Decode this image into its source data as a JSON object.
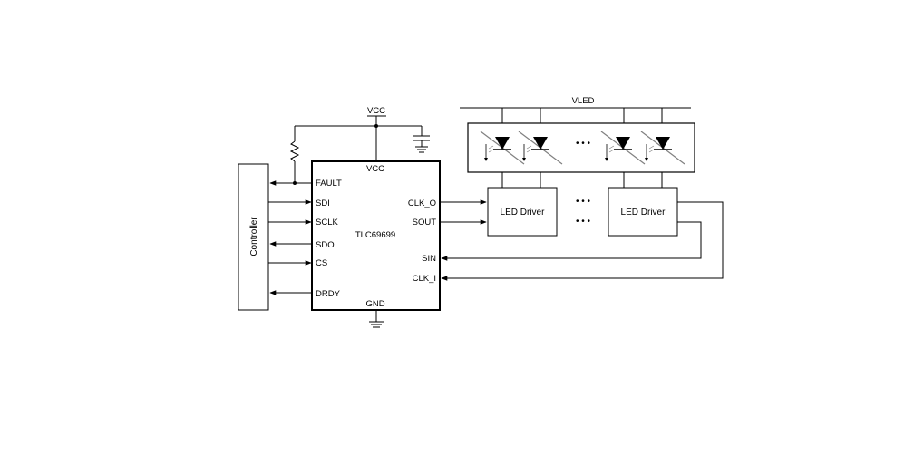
{
  "rails": {
    "vcc": "VCC",
    "vled": "VLED"
  },
  "controller": {
    "label": "Controller"
  },
  "chip": {
    "name": "TLC69699",
    "top_pin": "VCC",
    "bottom_pin": "GND",
    "left_pins": [
      "FAULT",
      "SDI",
      "SCLK",
      "SDO",
      "CS",
      "DRDY"
    ],
    "right_pins": [
      "CLK_O",
      "SOUT",
      "SIN",
      "CLK_I"
    ]
  },
  "drivers": [
    "LED Driver",
    "LED Driver"
  ],
  "ellipsis": "• • •",
  "colors": {
    "line": "#000000",
    "led_arrow": "#808080"
  }
}
